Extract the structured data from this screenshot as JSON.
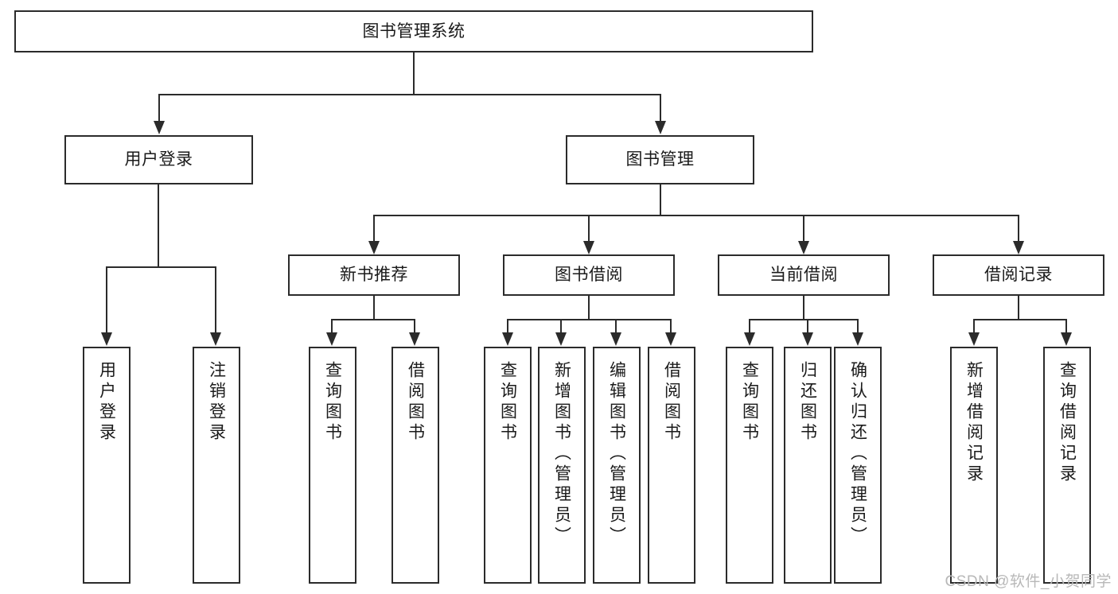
{
  "diagram": {
    "title": "图书管理系统",
    "type": "功能结构图",
    "watermark": "CSDN @软件_小贺同学",
    "colors": {
      "box_border": "#2b2b2b",
      "box_fill": "#ffffff",
      "line": "#2b2b2b",
      "text": "#1a1a1a",
      "watermark": "#b8b8b8"
    },
    "root": {
      "label": "图书管理系统"
    },
    "level2": [
      {
        "id": "user-login",
        "label": "用户登录"
      },
      {
        "id": "book-manage",
        "label": "图书管理"
      }
    ],
    "level3": [
      {
        "id": "new-book-recommend",
        "label": "新书推荐"
      },
      {
        "id": "book-borrow",
        "label": "图书借阅"
      },
      {
        "id": "current-borrow",
        "label": "当前借阅"
      },
      {
        "id": "borrow-record",
        "label": "借阅记录"
      }
    ],
    "leaves": {
      "user_login": [
        {
          "id": "leaf-user-login",
          "label": "用户登录"
        },
        {
          "id": "leaf-logout-login",
          "label": "注销登录"
        }
      ],
      "new_book_recommend": [
        {
          "id": "leaf-query-book-1",
          "label": "查询图书"
        },
        {
          "id": "leaf-borrow-book-1",
          "label": "借阅图书"
        }
      ],
      "book_borrow": [
        {
          "id": "leaf-query-book-2",
          "label": "查询图书"
        },
        {
          "id": "leaf-add-book",
          "label": "新增图书（管理员）"
        },
        {
          "id": "leaf-edit-book",
          "label": "编辑图书（管理员）"
        },
        {
          "id": "leaf-borrow-book-2",
          "label": "借阅图书"
        }
      ],
      "current_borrow": [
        {
          "id": "leaf-query-book-3",
          "label": "查询图书"
        },
        {
          "id": "leaf-return-book",
          "label": "归还图书"
        },
        {
          "id": "leaf-confirm-return",
          "label": "确认归还（管理员）"
        }
      ],
      "borrow_record": [
        {
          "id": "leaf-add-record",
          "label": "新增借阅记录"
        },
        {
          "id": "leaf-query-record",
          "label": "查询借阅记录"
        }
      ]
    }
  }
}
